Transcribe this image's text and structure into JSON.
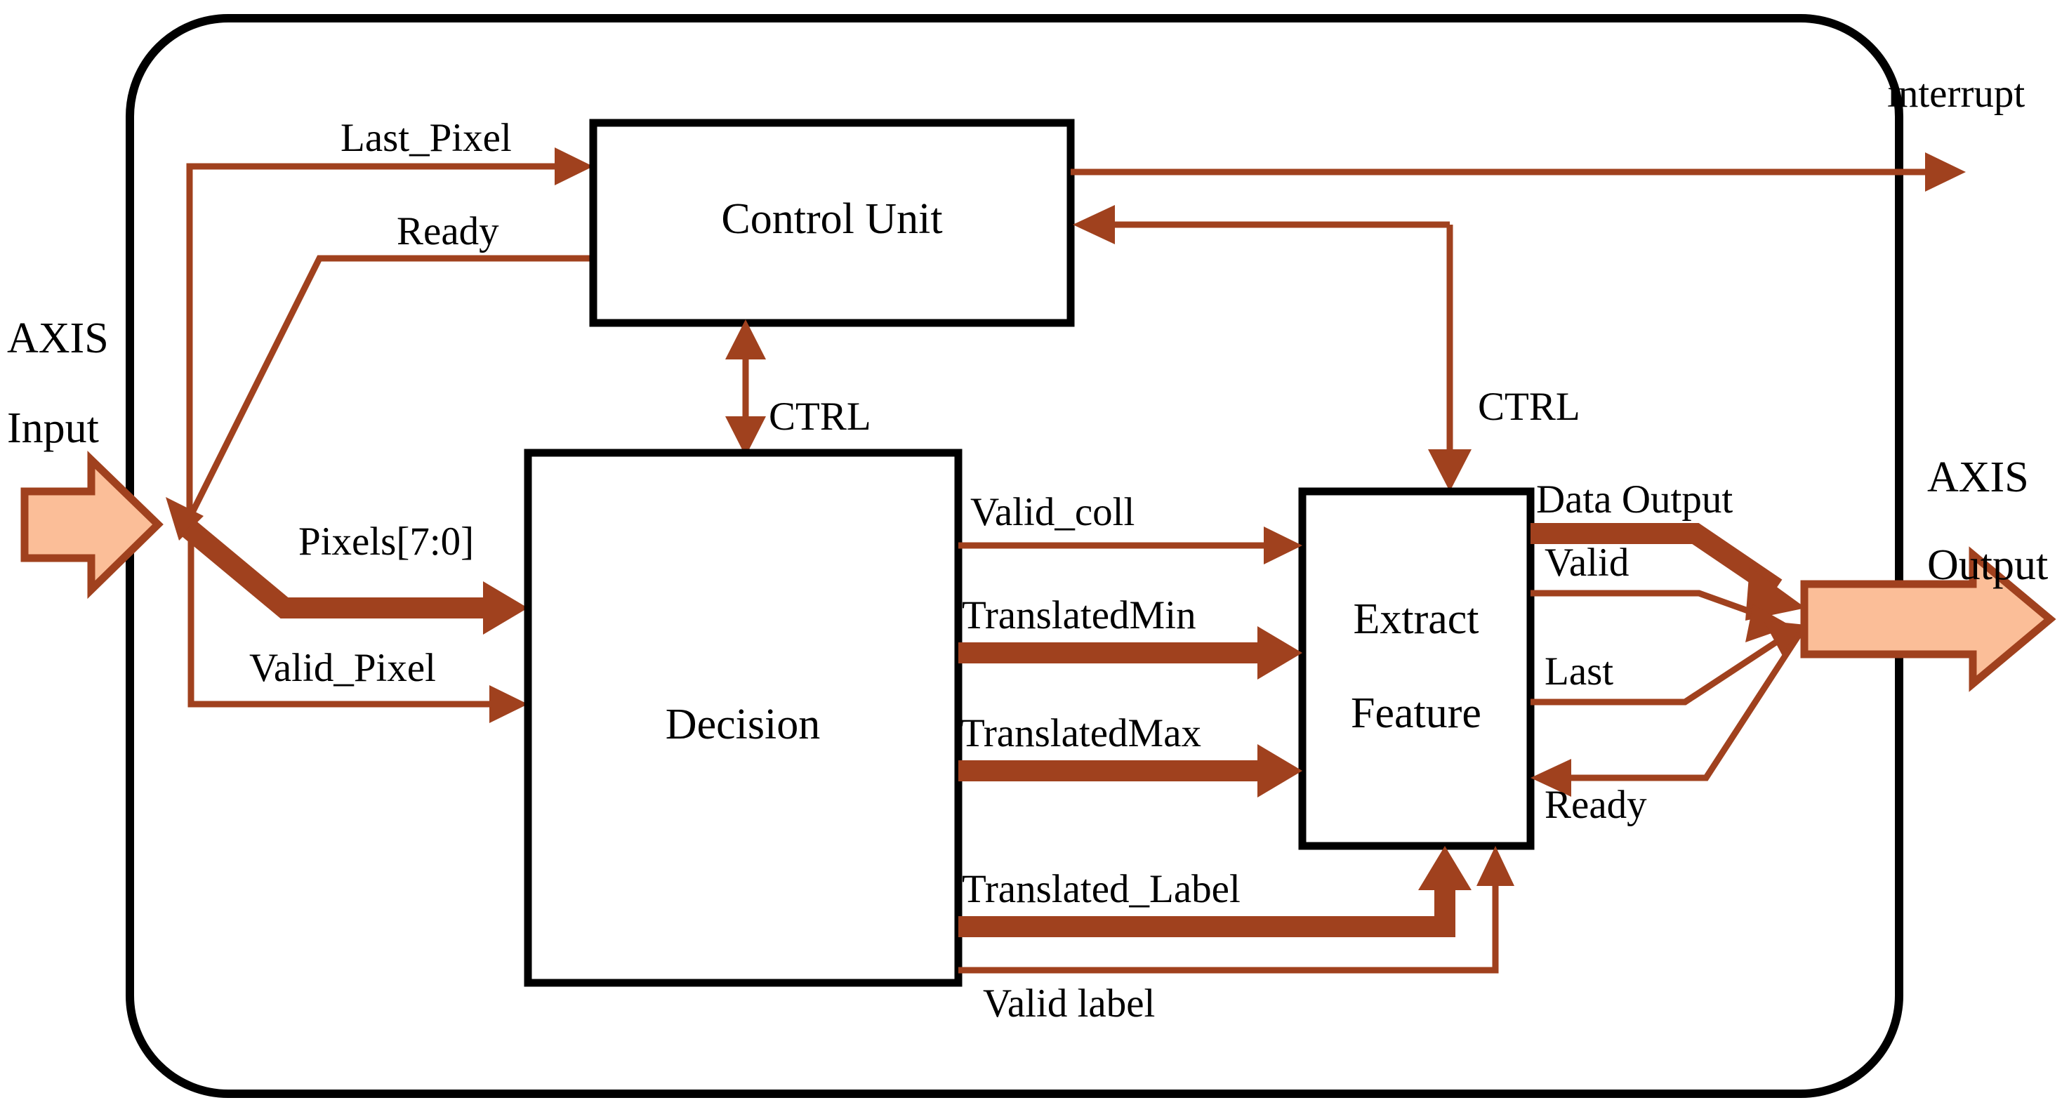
{
  "diagram": {
    "title": "AXI-Stream image feature extraction block diagram",
    "accent_color": "#A0411E",
    "block_fill": "#FFFFFF",
    "port_arrow_fill": "#FBBE98",
    "outline_color": "#000000"
  },
  "blocks": [
    {
      "id": "control_unit",
      "label": "Control Unit"
    },
    {
      "id": "decision",
      "label": "Decision"
    },
    {
      "id": "extract_feature",
      "label_line1": "Extract",
      "label_line2": "Feature"
    }
  ],
  "ports": {
    "input": {
      "line1": "AXIS",
      "line2": "Input"
    },
    "output": {
      "line1": "AXIS",
      "line2": "Output"
    },
    "interrupt": "interrupt"
  },
  "signals": {
    "last_pixel": "Last_Pixel",
    "ready_in": "Ready",
    "pixels": "Pixels[7:0]",
    "valid_pixel": "Valid_Pixel",
    "ctrl_left": "CTRL",
    "ctrl_right": "CTRL",
    "valid_coll": "Valid_coll",
    "translated_min": "TranslatedMin",
    "translated_max": "TranslatedMax",
    "translated_label": "Translated_Label",
    "valid_label": "Valid  label",
    "data_output": "Data Output",
    "valid_out": "Valid",
    "last_out": "Last",
    "ready_out": "Ready"
  }
}
